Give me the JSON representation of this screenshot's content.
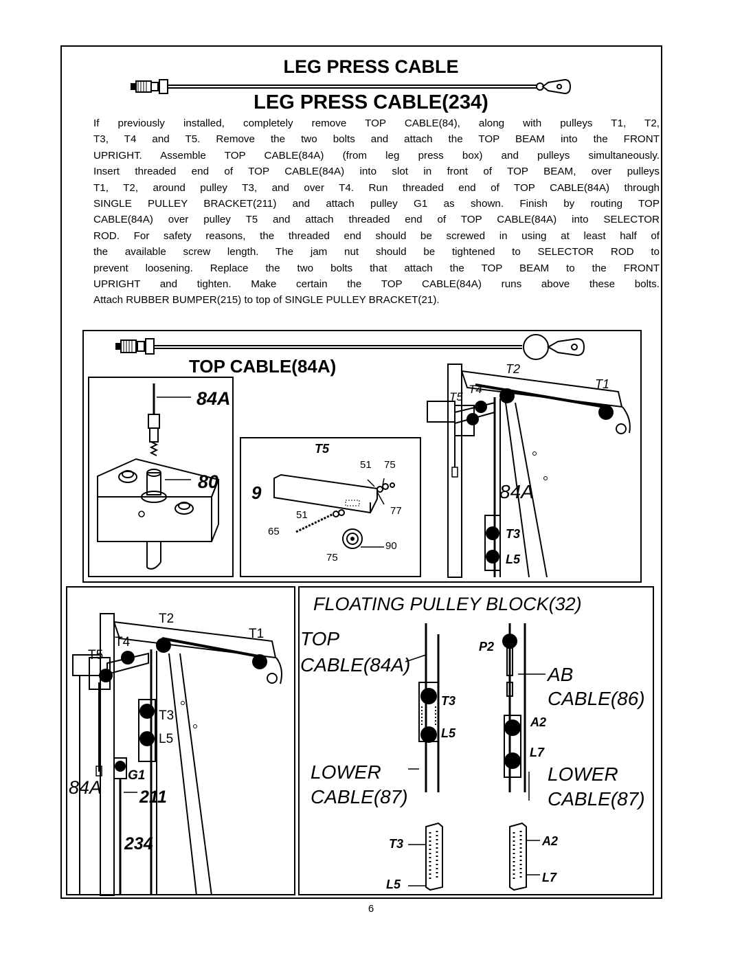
{
  "heading": "LEG PRESS  CABLE",
  "cable_label": "LEG  PRESS  CABLE(234)",
  "instructions": [
    "If previously installed, completely remove TOP CABLE(84), along with pulleys T1, T2,",
    "T3, T4 and T5. Remove the two bolts and attach the TOP BEAM into the FRONT",
    "UPRIGHT. Assemble TOP CABLE(84A) (from leg press box) and pulleys simultaneously.",
    "Insert threaded end of TOP CABLE(84A) into slot in front of TOP BEAM, over pulleys",
    "T1, T2, around pulley T3, and over T4. Run threaded end of TOP CABLE(84A) through",
    "SINGLE PULLEY BRACKET(211) and attach pulley G1 as shown. Finish by routing TOP",
    "CABLE(84A) over pulley T5 and attach threaded end of TOP CABLE(84A) into SELECTOR",
    "ROD. For safety reasons, the threaded end should be screwed in using at least half of",
    "the available screw length. The jam nut should be tightened to SELECTOR ROD to",
    "prevent loosening. Replace the two bolts that attach the TOP BEAM to the FRONT",
    "UPRIGHT and tighten. Make certain the TOP CABLE(84A) runs above these bolts.",
    "Attach RUBBER BUMPER(215) to top of SINGLE PULLEY BRACKET(21)."
  ],
  "top_panel": {
    "cable_title": "TOP  CABLE(84A)",
    "part_84a": "84A",
    "part_80": "80",
    "part_9": "9",
    "detail_title": "T5",
    "detail_parts": [
      "51",
      "75",
      "77",
      "51",
      "65",
      "90",
      "75"
    ],
    "frame_labels": {
      "t2": "T2",
      "t1": "T1",
      "t4": "T4",
      "t5": "T5",
      "cable": "84A",
      "t3": "T3",
      "l5": "L5"
    }
  },
  "bottom_left": {
    "t2": "T2",
    "t1": "T1",
    "t4": "T4",
    "t5": "T5",
    "t3": "T3",
    "l5": "L5",
    "g1": "G1",
    "cable": "84A",
    "bracket": "211",
    "leg_cable": "234"
  },
  "bottom_right": {
    "title": "FLOATING  PULLEY  BLOCK(32)",
    "top": "TOP",
    "top_cable": "CABLE(84A)",
    "t3": "T3",
    "l5": "L5",
    "p2": "P2",
    "ab": "AB",
    "ab_cable": "CABLE(86)",
    "a2": "A2",
    "l7": "L7",
    "lower1": "LOWER",
    "lower1_cable": "CABLE(87)",
    "lower2": "LOWER",
    "lower2_cable": "CABLE(87)",
    "t3b": "T3",
    "l5b": "L5",
    "a2b": "A2",
    "l7b": "L7"
  },
  "page_number": "6"
}
